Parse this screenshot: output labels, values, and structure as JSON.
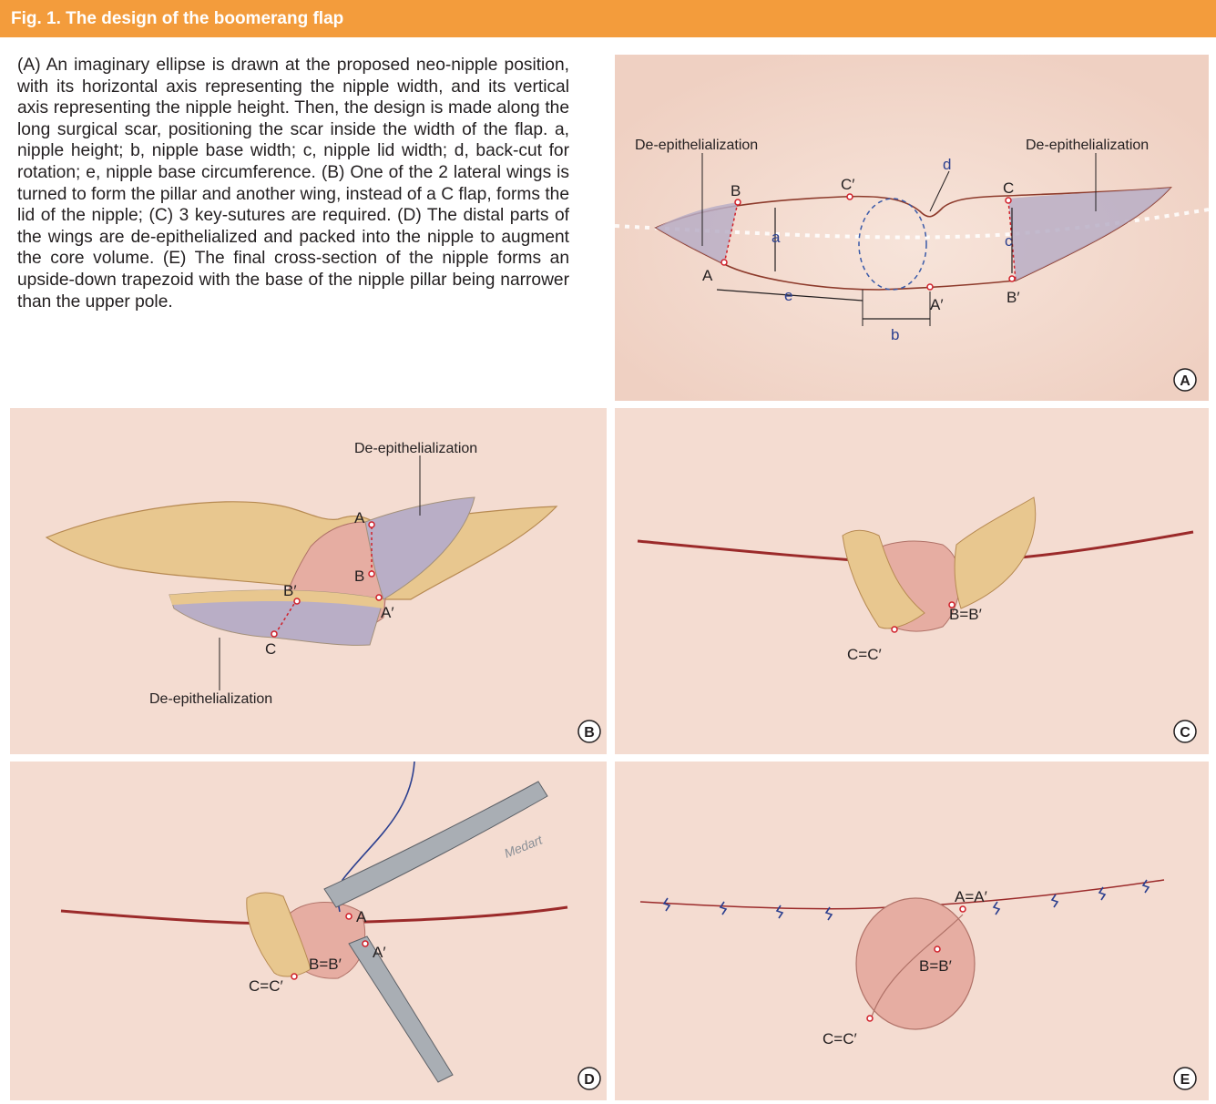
{
  "figure": {
    "title": "Fig. 1. The design of the boomerang flap",
    "caption": "(A) An imaginary ellipse is drawn at the proposed neo-nipple position, with its horizontal axis representing the nipple width, and its vertical axis representing the nipple height. Then, the design is made along the long surgical scar, positioning the scar inside the width of the flap. a, nipple height; b, nipple base width; c, nipple lid width; d, back-cut for rotation; e, nipple base circumference. (B) One of the 2 lateral wings is turned to form the pillar and another wing, instead of a C flap, forms the lid of the nipple; (C) 3 key-sutures are required. (D) The distal parts of the wings are de-epithelialized and packed into the nipple to augment the core volume. (E) The final cross-section of the nipple forms an upside-down trapezoid with the base of the nipple pillar being narrower than the upper pole."
  },
  "panels": {
    "a": {
      "badge": "A",
      "labels": {
        "deepi_left": "De-epithelialization",
        "deepi_right": "De-epithelialization",
        "B": "B",
        "C_prime": "C′",
        "d": "d",
        "C": "C",
        "a": "a",
        "c": "c",
        "A": "A",
        "e": "e",
        "A_prime": "A′",
        "B_prime": "B′",
        "b": "b"
      }
    },
    "b": {
      "badge": "B",
      "labels": {
        "deepi_top": "De-epithelialization",
        "deepi_bottom": "De-epithelialization",
        "A": "A",
        "B": "B",
        "B_prime": "B′",
        "A_prime": "A′",
        "C": "C"
      }
    },
    "c": {
      "badge": "C",
      "labels": {
        "BB": "B=B′",
        "CC": "C=C′"
      }
    },
    "d": {
      "badge": "D",
      "labels": {
        "A": "A",
        "A_prime": "A′",
        "BB": "B=B′",
        "CC": "C=C′",
        "brand": "Medart"
      }
    },
    "e": {
      "badge": "E",
      "labels": {
        "AA": "A=A′",
        "BB": "B=B′",
        "CC": "C=C′"
      }
    }
  },
  "colors": {
    "header": "#f39c3c",
    "skin": "#f4dcd1",
    "scar": "#9b2a2a",
    "suture": "#2b3f8f",
    "flap_fat": "#e8c78f",
    "deepi": "#b9aec6"
  }
}
